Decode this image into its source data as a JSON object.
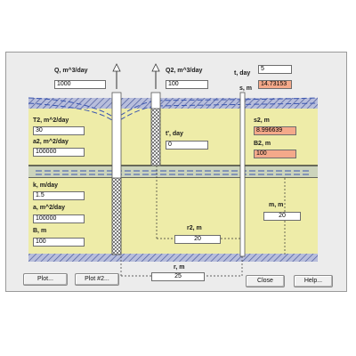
{
  "colors": {
    "aquifer": "#eeeca8",
    "aquitard": "#ccd4bc",
    "hatch": "#5060a0",
    "output_field": "#f4a98a",
    "water_level": "#3b56b0"
  },
  "labels": {
    "q": "Q, m^3/day",
    "q2": "Q2, m^3/day",
    "t": "t, day",
    "s": "s, m",
    "t2": "T2, m^2/day",
    "a2": "a2, m^2/day",
    "t_prime": "t', day",
    "s2": "s2, m",
    "b2": "B2, m",
    "k": "k, m/day",
    "a": "a, m^2/day",
    "b": "B, m",
    "m": "m, m",
    "r2": "r2, m",
    "r": "r, m"
  },
  "fields": {
    "q": "1000",
    "q2": "100",
    "t": "5",
    "s": "14.73153",
    "t2": "30",
    "a2": "100000",
    "t_prime": "0",
    "s2": "8.996639",
    "b2": "100",
    "k": "1.5",
    "a": "100000",
    "b": "100",
    "m": "20",
    "r2": "20",
    "r": "25"
  },
  "buttons": {
    "plot": "Plot...",
    "plot2": "Plot #2...",
    "close": "Close",
    "help": "Help..."
  }
}
